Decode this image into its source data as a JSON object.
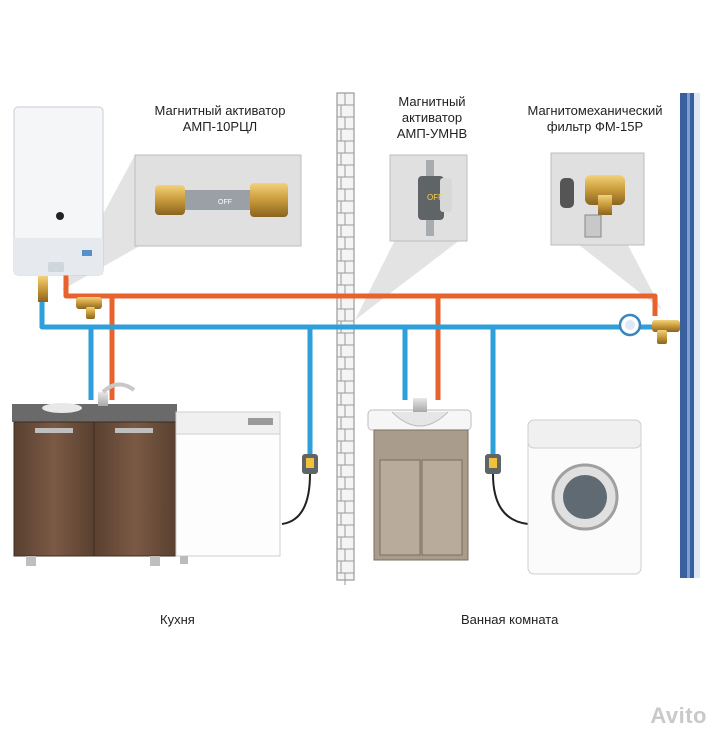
{
  "labels": {
    "amp10": [
      "Магнитный активатор",
      "АМП-10РЦЛ"
    ],
    "ampumnv": [
      "Магнитный",
      "активатор",
      "АМП-УМНВ"
    ],
    "fm15": [
      "Магнитомеханический",
      "фильтр ФМ-15Р"
    ]
  },
  "rooms": {
    "kitchen": "Кухня",
    "bathroom": "Ванная комната"
  },
  "device_labels": {
    "activator_off": "OFF",
    "activator_off_small": "OFF"
  },
  "watermark": "Avito",
  "colors": {
    "cold_pipe": "#2e9fd8",
    "hot_pipe": "#e8622e",
    "wall_riser": "#3a5f9e",
    "callout": "#dcdcdc"
  }
}
